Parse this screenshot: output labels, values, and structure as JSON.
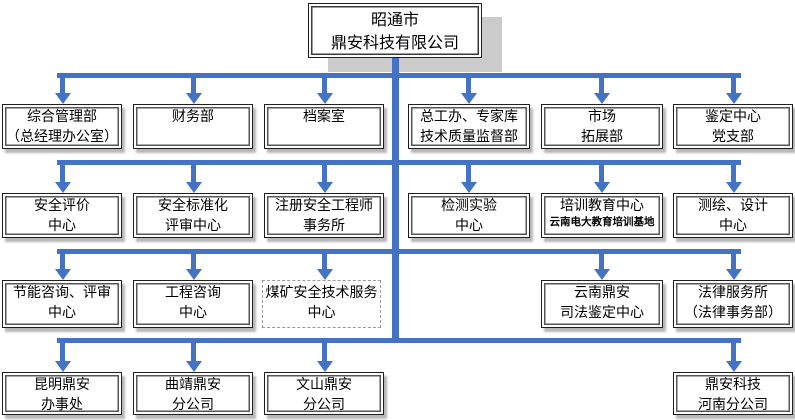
{
  "colors": {
    "connector_blue": "#4472C4",
    "box_border_black": "#1f1f1f",
    "root_shadow_gray": "#cbcbcb",
    "background": "#ffffff"
  },
  "nodes": {
    "root": {
      "line1": "昭通市",
      "line2": "鼎安科技有限公司"
    },
    "general_admin": {
      "line1": "综合管理部",
      "line2": "（总经理办公室）"
    },
    "finance": {
      "line1": "财务部",
      "line2": ""
    },
    "archives": {
      "line1": "档案室",
      "line2": ""
    },
    "chief_engineer": {
      "line1": "总工办、专家库",
      "line2": "技术质量监督部"
    },
    "market": {
      "line1": "市场",
      "line2": "拓展部"
    },
    "appraisal_party": {
      "line1": "鉴定中心",
      "line2": "党支部"
    },
    "safety_eval": {
      "line1": "安全评价",
      "line2": "中心"
    },
    "safety_std": {
      "line1": "安全标准化",
      "line2": "评审中心"
    },
    "reg_engineer": {
      "line1": "注册安全工程师",
      "line2": "事务所"
    },
    "testing_lab": {
      "line1": "检测实验",
      "line2": "中心"
    },
    "training": {
      "line1": "培训教育中心",
      "sub": "云南电大教育培训基地"
    },
    "survey_design": {
      "line1": "测绘、设计",
      "line2": "中心"
    },
    "energy_consult": {
      "line1": "节能咨询、评审",
      "line2": "中心"
    },
    "eng_consult": {
      "line1": "工程咨询",
      "line2": "中心"
    },
    "coal_safety": {
      "line1": "煤矿安全技术服务",
      "line2": "中心"
    },
    "judicial": {
      "line1": "云南鼎安",
      "line2": "司法鉴定中心"
    },
    "legal": {
      "line1": "法律服务所",
      "line2": "（法律事务部）"
    },
    "kunming": {
      "line1": "昆明鼎安",
      "line2": "办事处"
    },
    "qujing": {
      "line1": "曲靖鼎安",
      "line2": "分公司"
    },
    "wenshan": {
      "line1": "文山鼎安",
      "line2": "分公司"
    },
    "henan": {
      "line1": "鼎安科技",
      "line2": "河南分公司"
    }
  }
}
